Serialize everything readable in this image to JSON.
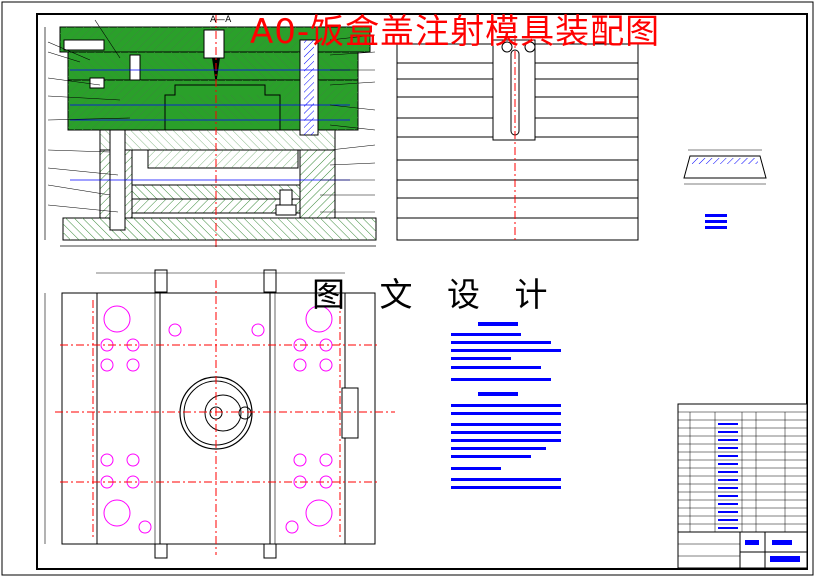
{
  "drawing": {
    "title": "A0-饭盒盖注射模具装配图",
    "watermark": "图 文 设 计",
    "section_label": "A—A"
  },
  "colors": {
    "plate_green": "#2aa02a",
    "hatch_green": "#3a8a3a",
    "pink": "#ff00ff",
    "center_red": "#ff0000",
    "text_blue": "#0000ff",
    "teal": "#008080"
  }
}
